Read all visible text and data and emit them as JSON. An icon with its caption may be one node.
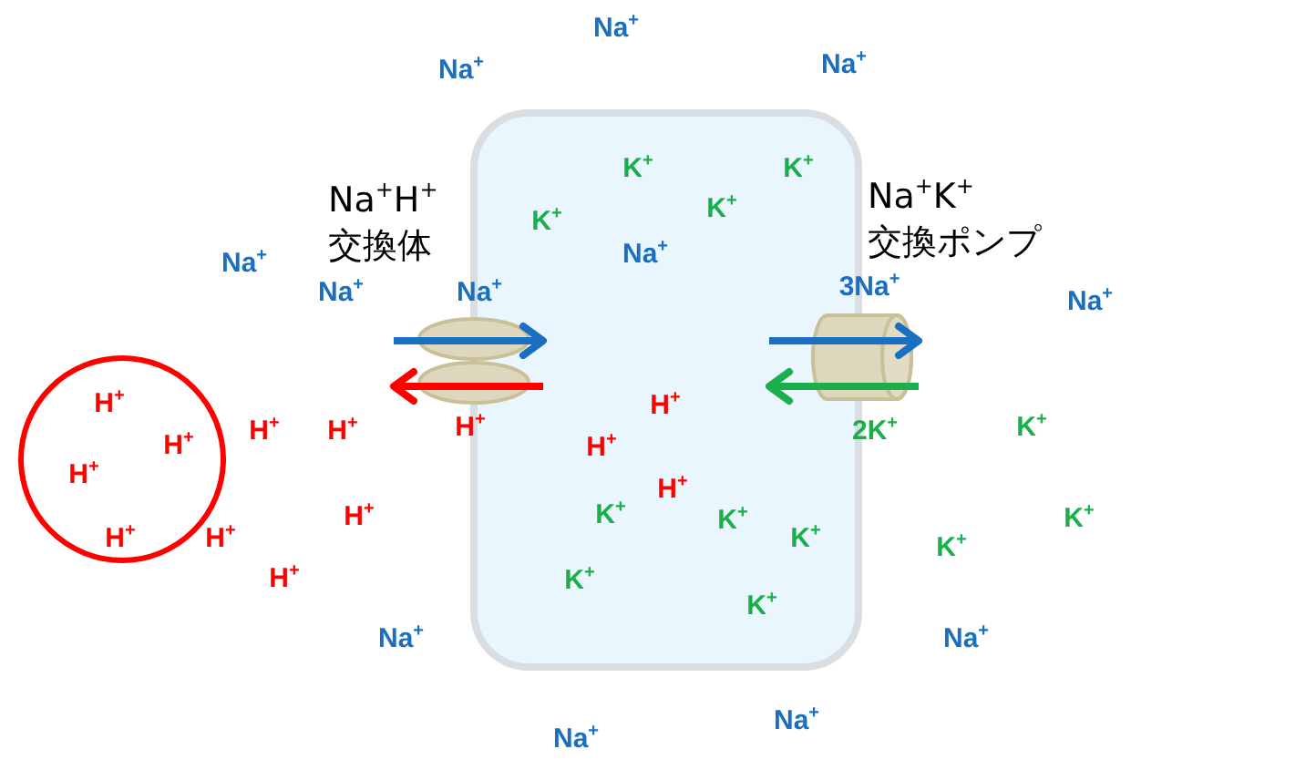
{
  "diagram": {
    "nodes": [
      {
        "text": [
          "H$^{+}$",
          "H$^{+}$",
          "H$^{+}$",
          "H$^{+}$"
        ]
      },
      {
        "text": [
          "K$^{+}$",
          "K$^{+}$",
          "K$^{+}$",
          "K$^{+}$",
          "Na$^{+}$",
          "H$^{+}$",
          "H$^{+}$",
          "H$^{+}$",
          "K$^{+}$",
          "K$^{+}$",
          "K$^{+}$",
          "K$^{+}$",
          "K$^{+}$"
        ]
      },
      {
        "text": [
          "Na$^{+}$H$^{+}$ 交換体"
        ]
      },
      {
        "text": [
          "Na$^{+}$K$^{+}$ 交換ポンプ"
        ]
      }
    ],
    "edges": [
      {
        "from": 2,
        "to": 1,
        "arrow": "to"
      },
      {
        "from": 1,
        "to": 2,
        "arrow": "to",
        "color": "#ff0000"
      },
      {
        "from": 1,
        "to": 3,
        "arrow": "to"
      },
      {
        "from": 3,
        "to": 1,
        "arrow": "to",
        "color": "#1aaf4b"
      }
    ],
    "labels": [
      "Na$^{+}$",
      "Na$^{+}$",
      "Na$^{+}$",
      "Na$^{+}$",
      "Na$^{+}$",
      "Na$^{+}$",
      "3Na$^{+}$",
      "Na$^{+}$",
      "H$^{+}$",
      "H$^{+}$",
      "H$^{+}$",
      "2K$^{+}$",
      "K$^{+}$",
      "H$^{+}$",
      "H$^{+}$",
      "K$^{+}$",
      "K$^{+}$",
      "H$^{+}$",
      "Na$^{+}$",
      "Na$^{+}$",
      "Na$^{+}$",
      "Na$^{+}$"
    ]
  }
}
